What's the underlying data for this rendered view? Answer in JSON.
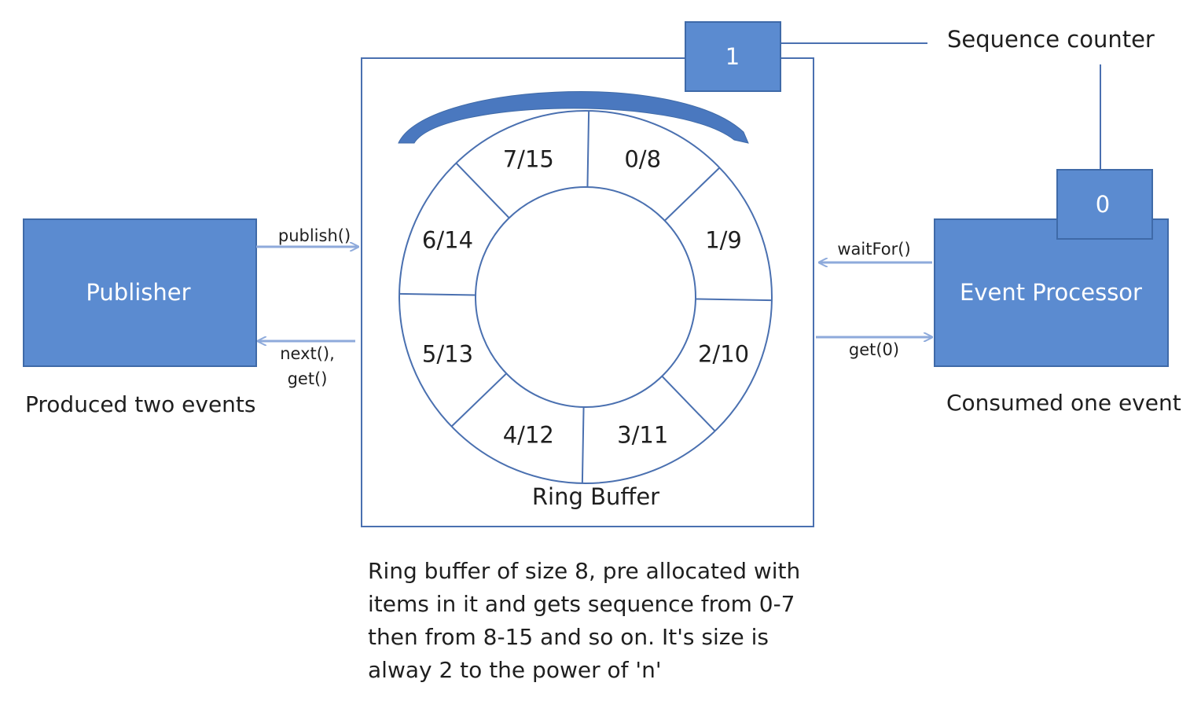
{
  "publisher": {
    "label": "Publisher",
    "caption": "Produced two events"
  },
  "publisher_arrows": {
    "publish": "publish()",
    "next_line1": "next(),",
    "next_line2": "get()"
  },
  "sequence_counter": {
    "value": "1",
    "label": "Sequence counter"
  },
  "event_processor": {
    "label": "Event Processor",
    "sequence_value": "0",
    "caption": "Consumed one event"
  },
  "processor_arrows": {
    "wait": "waitFor()",
    "get": "get(0)"
  },
  "ring_buffer": {
    "label": "Ring Buffer",
    "slots": [
      "0/8",
      "1/9",
      "2/10",
      "3/11",
      "4/12",
      "5/13",
      "6/14",
      "7/15"
    ]
  },
  "description_lines": [
    "Ring buffer of size 8, pre allocated with",
    "items in it and gets sequence from 0-7",
    "then from 8-15 and so on. It's size is",
    "alway 2 to the power of 'n'"
  ],
  "colors": {
    "box_fill": "#5b8bd0",
    "box_border": "#3f6aa8",
    "line": "#4a70b0",
    "arrow": "#8eaadb"
  }
}
